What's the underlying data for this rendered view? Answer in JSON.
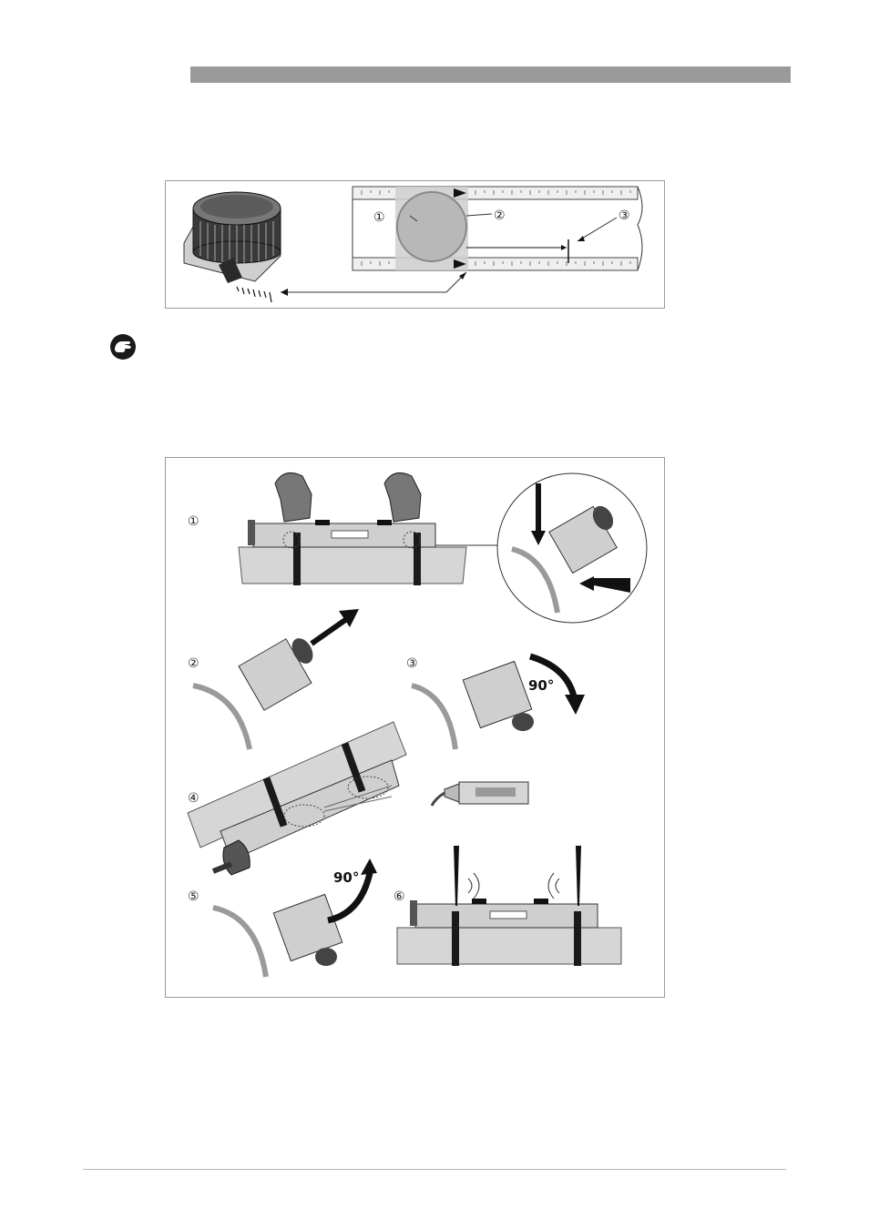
{
  "figure1": {
    "callouts": [
      "①",
      "②",
      "③"
    ]
  },
  "figure2": {
    "steps": [
      "①",
      "②",
      "③",
      "④",
      "⑤",
      "⑥"
    ],
    "rotation_label_step3": "90°",
    "rotation_label_step5": "90°"
  },
  "colors": {
    "header_bar": "#9a9a9a",
    "frame": "#9a9a9a",
    "part_fill": "#d4d4d4",
    "dark": "#1a1a1a"
  },
  "icons": {
    "note": "hand-pointing-icon"
  }
}
